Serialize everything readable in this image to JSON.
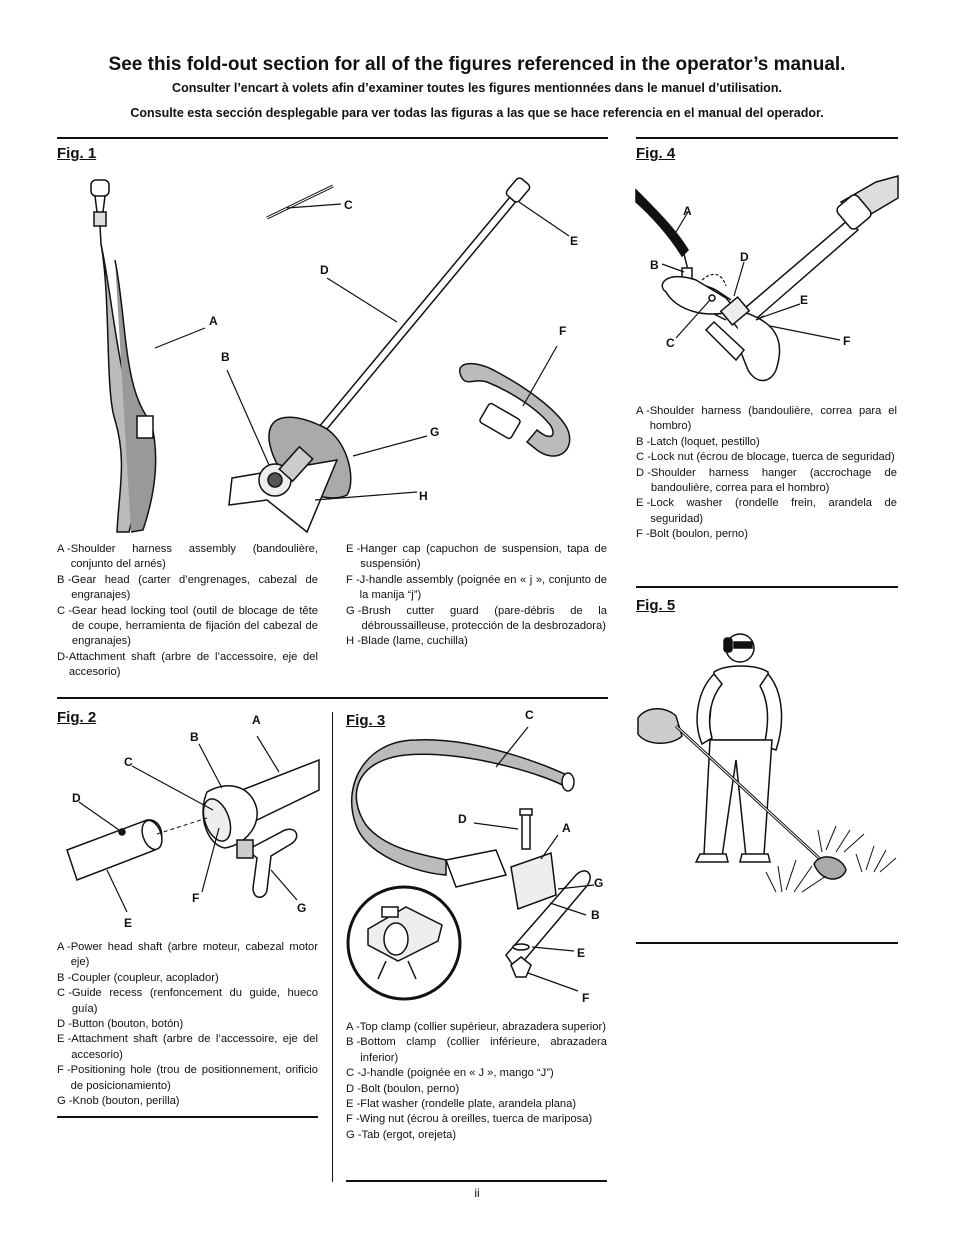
{
  "header": {
    "title": "See this fold-out section for all of the figures referenced in the operator’s manual.",
    "subtitle_fr": "Consulter l’encart à volets afin d’examiner toutes les figures mentionnées dans le manuel d’utilisation.",
    "subtitle_es": "Consulte esta sección desplegable para ver todas las figuras a las que se hace referencia en el manual del operador."
  },
  "fig1": {
    "title": "Fig. 1",
    "callouts": [
      "A",
      "B",
      "C",
      "D",
      "E",
      "F",
      "G",
      "H"
    ],
    "legend_left": [
      {
        "k": "A - ",
        "t": "Shoulder harness assembly (bandoulière, conjunto del arnés)"
      },
      {
        "k": "B - ",
        "t": "Gear head (carter d’engrenages, cabezal de engranajes)"
      },
      {
        "k": "C - ",
        "t": "Gear head locking tool (outil de blocage de tête de coupe, herramienta de fijación del cabezal de engranajes)"
      },
      {
        "k": "D- ",
        "t": "Attachment shaft (arbre de l’accessoire, eje del accesorio)"
      }
    ],
    "legend_right": [
      {
        "k": "E - ",
        "t": "Hanger cap (capuchon de suspension, tapa de suspensión)"
      },
      {
        "k": "F - ",
        "t": "J-handle assembly (poignée en « j », conjunto de la manija “j”)"
      },
      {
        "k": "G - ",
        "t": "Brush cutter guard (pare-débris de la débroussailleuse, protección de la desbrozadora)"
      },
      {
        "k": "H - ",
        "t": "Blade (lame, cuchilla)"
      }
    ]
  },
  "fig2": {
    "title": "Fig. 2",
    "callouts": [
      "A",
      "B",
      "C",
      "D",
      "E",
      "F",
      "G"
    ],
    "legend": [
      {
        "k": "A - ",
        "t": "Power head shaft (arbre moteur, cabezal motor eje)"
      },
      {
        "k": "B - ",
        "t": "Coupler (coupleur, acoplador)"
      },
      {
        "k": "C - ",
        "t": "Guide recess (renfoncement du guide, hueco guía)"
      },
      {
        "k": "D - ",
        "t": "Button (bouton, botón)"
      },
      {
        "k": "E - ",
        "t": "Attachment shaft (arbre de l’accessoire, eje del accesorio)"
      },
      {
        "k": "F - ",
        "t": "Positioning hole (trou de positionnement, orificio de posicionamiento)"
      },
      {
        "k": "G - ",
        "t": "Knob (bouton, perilla)"
      }
    ]
  },
  "fig3": {
    "title": "Fig. 3",
    "callouts": [
      "A",
      "B",
      "C",
      "D",
      "E",
      "F",
      "G"
    ],
    "legend": [
      {
        "k": "A - ",
        "t": "Top clamp (collier supérieur, abrazadera superior)"
      },
      {
        "k": "B - ",
        "t": "Bottom clamp (collier inférieure, abrazadera inferior)"
      },
      {
        "k": "C - ",
        "t": "J-handle (poignée en « J », mango “J”)"
      },
      {
        "k": "D - ",
        "t": "Bolt (boulon, perno)"
      },
      {
        "k": "E - ",
        "t": "Flat washer (rondelle plate, arandela plana)"
      },
      {
        "k": "F - ",
        "t": "Wing nut (écrou à oreilles, tuerca de mariposa)"
      },
      {
        "k": "G - ",
        "t": "Tab (ergot, orejeta)"
      }
    ]
  },
  "fig4": {
    "title": "Fig. 4",
    "callouts": [
      "A",
      "B",
      "C",
      "D",
      "E",
      "F"
    ],
    "legend": [
      {
        "k": "A - ",
        "t": "Shoulder harness (bandoulière, correa para el hombro)"
      },
      {
        "k": "B - ",
        "t": "Latch (loquet, pestillo)"
      },
      {
        "k": "C - ",
        "t": "Lock nut (écrou de blocage, tuerca de seguridad)"
      },
      {
        "k": "D - ",
        "t": "Shoulder harness hanger (accrochage de bandoulière, correa para el hombro)"
      },
      {
        "k": "E - ",
        "t": "Lock washer (rondelle frein, arandela de seguridad)"
      },
      {
        "k": "F - ",
        "t": "Bolt (boulon, perno)"
      }
    ]
  },
  "fig5": {
    "title": "Fig. 5"
  },
  "page_number": "ii"
}
